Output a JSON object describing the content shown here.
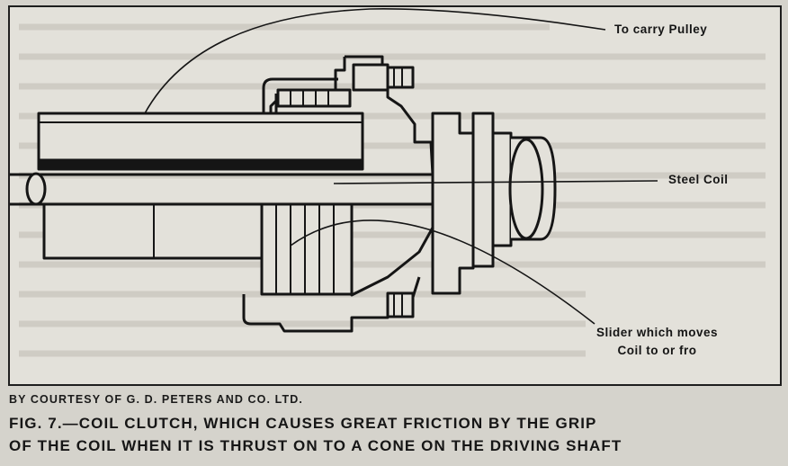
{
  "diagram": {
    "labels": {
      "pulley": "To carry Pulley",
      "coil": "Steel Coil",
      "slider_line1": "Slider which moves",
      "slider_line2": "Coil to or fro"
    }
  },
  "credit": "BY COURTESY OF G. D. PETERS AND CO. LTD.",
  "caption": {
    "line1": "FIG. 7.—COIL CLUTCH, WHICH CAUSES GREAT FRICTION BY THE GRIP",
    "line2": "OF THE COIL WHEN IT IS THRUST ON TO A CONE ON THE DRIVING SHAFT"
  },
  "colors": {
    "ink": "#151515",
    "paper": "#e3e1da"
  }
}
